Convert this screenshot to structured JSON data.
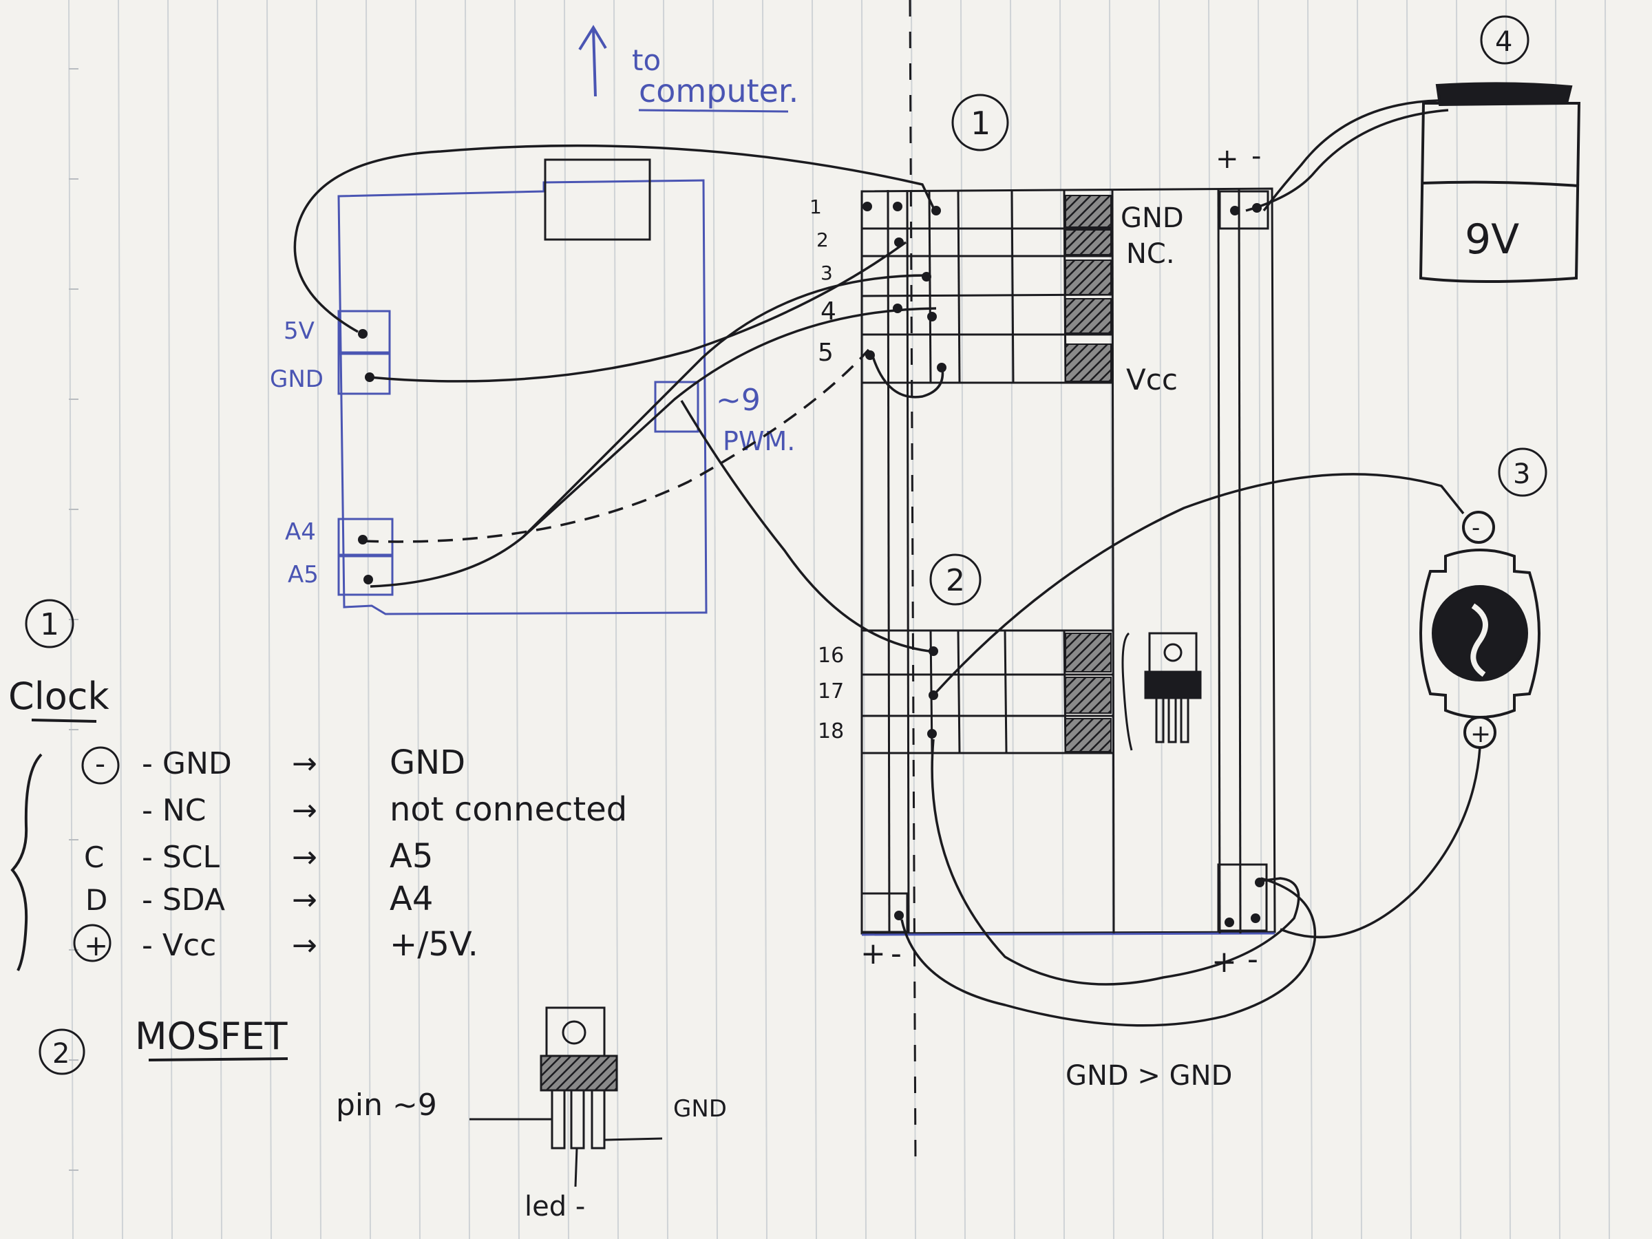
{
  "top_note": {
    "arrow_label_line1": "to",
    "arrow_label_line2": "computer."
  },
  "arduino": {
    "pin_5v": "5V",
    "pin_gnd": "GND",
    "pin_a4": "A4",
    "pin_a5": "A5",
    "pin_pwm_num": "~9",
    "pin_pwm": "PWM."
  },
  "breadboard": {
    "marker_clock": "1",
    "marker_mosfet": "2",
    "rows_top": [
      "1",
      "2",
      "3",
      "4",
      "5"
    ],
    "rows_bottom": [
      "16",
      "17",
      "18"
    ],
    "pin_labels": {
      "gnd": "GND",
      "nc": "NC.",
      "vcc": "Vcc"
    },
    "rail_left_plus": "+",
    "rail_left_minus": "-",
    "rail_right_plus": "+",
    "rail_right_minus": "-",
    "rail_top_plus": "+",
    "rail_top_minus": "-"
  },
  "battery": {
    "marker": "4",
    "label": "9V"
  },
  "led": {
    "marker": "3",
    "minus": "-",
    "plus": "+"
  },
  "bottom_note": "GND > GND",
  "legend_clock": {
    "marker": "1",
    "title": "Clock",
    "rows": [
      {
        "sym": "-",
        "pin": "- GND",
        "arrow": "→",
        "target": "GND"
      },
      {
        "sym": "",
        "pin": "- NC",
        "arrow": "→",
        "target": "not connected"
      },
      {
        "sym": "C",
        "pin": "- SCL",
        "arrow": "→",
        "target": "A5"
      },
      {
        "sym": "D",
        "pin": "- SDA",
        "arrow": "→",
        "target": "A4"
      },
      {
        "sym": "+",
        "pin": "- Vcc",
        "arrow": "→",
        "target": "+/5V."
      }
    ]
  },
  "legend_mosfet": {
    "marker": "2",
    "title": "MOSFET",
    "pin_left": "pin ~9",
    "pin_right": "GND",
    "pin_bottom": "led -"
  },
  "colors": {
    "paper": "#f3f2ee",
    "rule": "#cfd3d6",
    "ink_dark": "#1b1b1f",
    "ink_blue": "#4a55b3"
  }
}
